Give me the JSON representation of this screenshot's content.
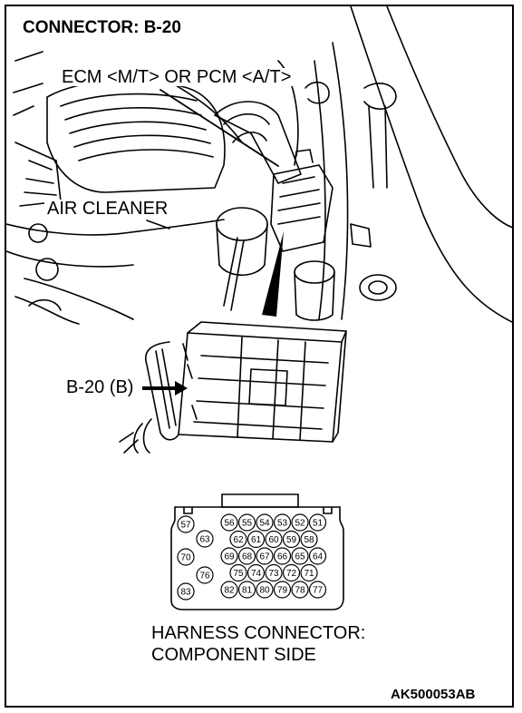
{
  "title": "CONNECTOR: B-20",
  "labels": {
    "ecm": "ECM <M/T> OR PCM <A/T>",
    "air_cleaner": "AIR CLEANER",
    "connector_ref": "B-20 (B)",
    "harness_line1": "HARNESS CONNECTOR:",
    "harness_line2": "COMPONENT SIDE",
    "figure_code": "AK500053AB"
  },
  "connector": {
    "left_pins": [
      "57",
      "63",
      "70",
      "76",
      "83"
    ],
    "grid_rows": [
      [
        "56",
        "55",
        "54",
        "53",
        "52",
        "51"
      ],
      [
        "62",
        "61",
        "60",
        "59",
        "58"
      ],
      [
        "69",
        "68",
        "67",
        "66",
        "65",
        "64"
      ],
      [
        "75",
        "74",
        "73",
        "72",
        "71"
      ],
      [
        "82",
        "81",
        "80",
        "79",
        "78",
        "77"
      ]
    ]
  }
}
